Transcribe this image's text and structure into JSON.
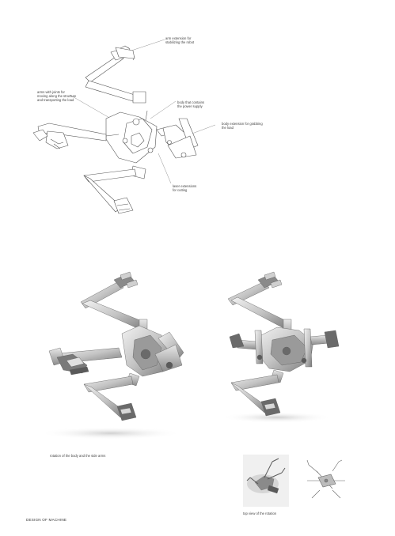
{
  "labels": {
    "arm_extension": [
      "arm extension for",
      "stabilizing the robot"
    ],
    "arms_with_joints": [
      "arms with joints for",
      "moving along the structure",
      "and transporting the load"
    ],
    "body_power": [
      "body that contains",
      "the power supply"
    ],
    "body_extension": [
      "body extension for grabbing",
      "the load"
    ],
    "laser_extensions": [
      "laser extensions",
      "for cutting"
    ]
  },
  "captions": {
    "rotation_caption": "rotation of the body and the side arms",
    "top_view_caption": "top view of the rotation"
  },
  "footer": "DESIGN OF MACHINE",
  "colors": {
    "line": "#555555",
    "fill_light": "#e6e6e6",
    "fill_mid": "#b5b5b5",
    "fill_dark": "#6f6f6f",
    "shadow": "#d8d8d8"
  }
}
